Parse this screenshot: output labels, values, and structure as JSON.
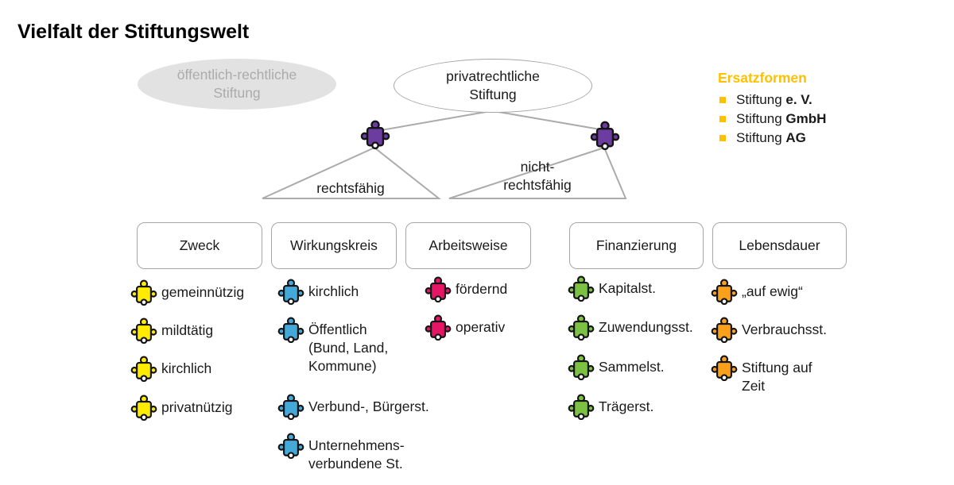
{
  "title": "Vielfalt der Stiftungswelt",
  "colors": {
    "purple": "#6c3ca0",
    "gray_line": "#ababab",
    "gray_ellipse_fill": "#e2e2e2",
    "gray_text": "#ababab"
  },
  "tree": {
    "public_node": "öffentlich-rechtliche\nStiftung",
    "private_node": "privatrechtliche\nStiftung",
    "branch_left": "rechtsfähig",
    "branch_right": "nicht-\nrechtsfähig"
  },
  "ersatzformen": {
    "heading": "Ersatzformen",
    "heading_color": "#FFC000",
    "bullet_color": "#FFC000",
    "items": [
      {
        "prefix": "Stiftung ",
        "bold": "e. V."
      },
      {
        "prefix": "Stiftung ",
        "bold": "GmbH"
      },
      {
        "prefix": "Stiftung ",
        "bold": "AG"
      }
    ]
  },
  "categories": [
    {
      "label": "Zweck",
      "color": "#ffec00",
      "items": [
        "gemeinnützig",
        "mildtätig",
        "kirchlich",
        "privatnützig"
      ]
    },
    {
      "label": "Wirkungskreis",
      "color": "#44a9d9",
      "items": [
        "kirchlich",
        "Öffentlich\n(Bund, Land,\nKommune)",
        "Verbund-, Bürgerst.",
        "Unternehmens-\nverbundene St."
      ]
    },
    {
      "label": "Arbeitsweise",
      "color": "#e71566",
      "items": [
        "fördernd",
        "operativ"
      ]
    },
    {
      "label": "Finanzierung",
      "color": "#7cc142",
      "items": [
        "Kapitalst.",
        "Zuwendungsst.",
        "Sammelst.",
        "Trägerst."
      ]
    },
    {
      "label": "Lebensdauer",
      "color": "#f9a11b",
      "items": [
        "„auf ewig“",
        "Verbrauchsst.",
        "Stiftung auf\nZeit"
      ]
    }
  ]
}
